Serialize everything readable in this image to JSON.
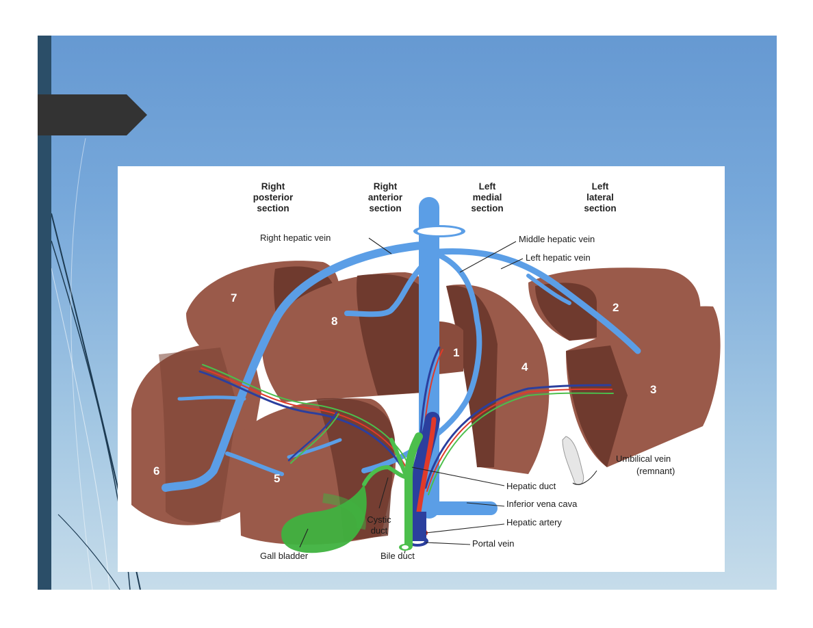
{
  "sections": {
    "right_posterior": [
      "Right",
      "posterior",
      "section"
    ],
    "right_anterior": [
      "Right",
      "anterior",
      "section"
    ],
    "left_medial": [
      "Left",
      "medial",
      "section"
    ],
    "left_lateral": [
      "Left",
      "lateral",
      "section"
    ]
  },
  "labels": {
    "right_hepatic_vein": "Right hepatic vein",
    "middle_hepatic_vein": "Middle hepatic vein",
    "left_hepatic_vein": "Left hepatic vein",
    "umbilical_vein": "Umbilical vein",
    "umbilical_vein_note": "(remnant)",
    "hepatic_duct": "Hepatic duct",
    "inferior_vena_cava": "Inferior vena cava",
    "hepatic_artery": "Hepatic artery",
    "portal_vein": "Portal vein",
    "cystic_duct_1": "Cystic",
    "cystic_duct_2": "duct",
    "gall_bladder": "Gall bladder",
    "bile_duct": "Bile duct"
  },
  "segments": [
    "1",
    "2",
    "3",
    "4",
    "5",
    "6",
    "7",
    "8"
  ],
  "colors": {
    "slide_top": "#6699d2",
    "slide_bottom": "#c6dcea",
    "left_bar": "#2b4e68",
    "tab": "#333333",
    "liver": "#9a5a4a",
    "liver_dark": "#6f3a2e",
    "vein": "#5b9ee6",
    "artery": "#e03a2a",
    "portal": "#2b3f9e",
    "bile": "#4cbf4c"
  }
}
